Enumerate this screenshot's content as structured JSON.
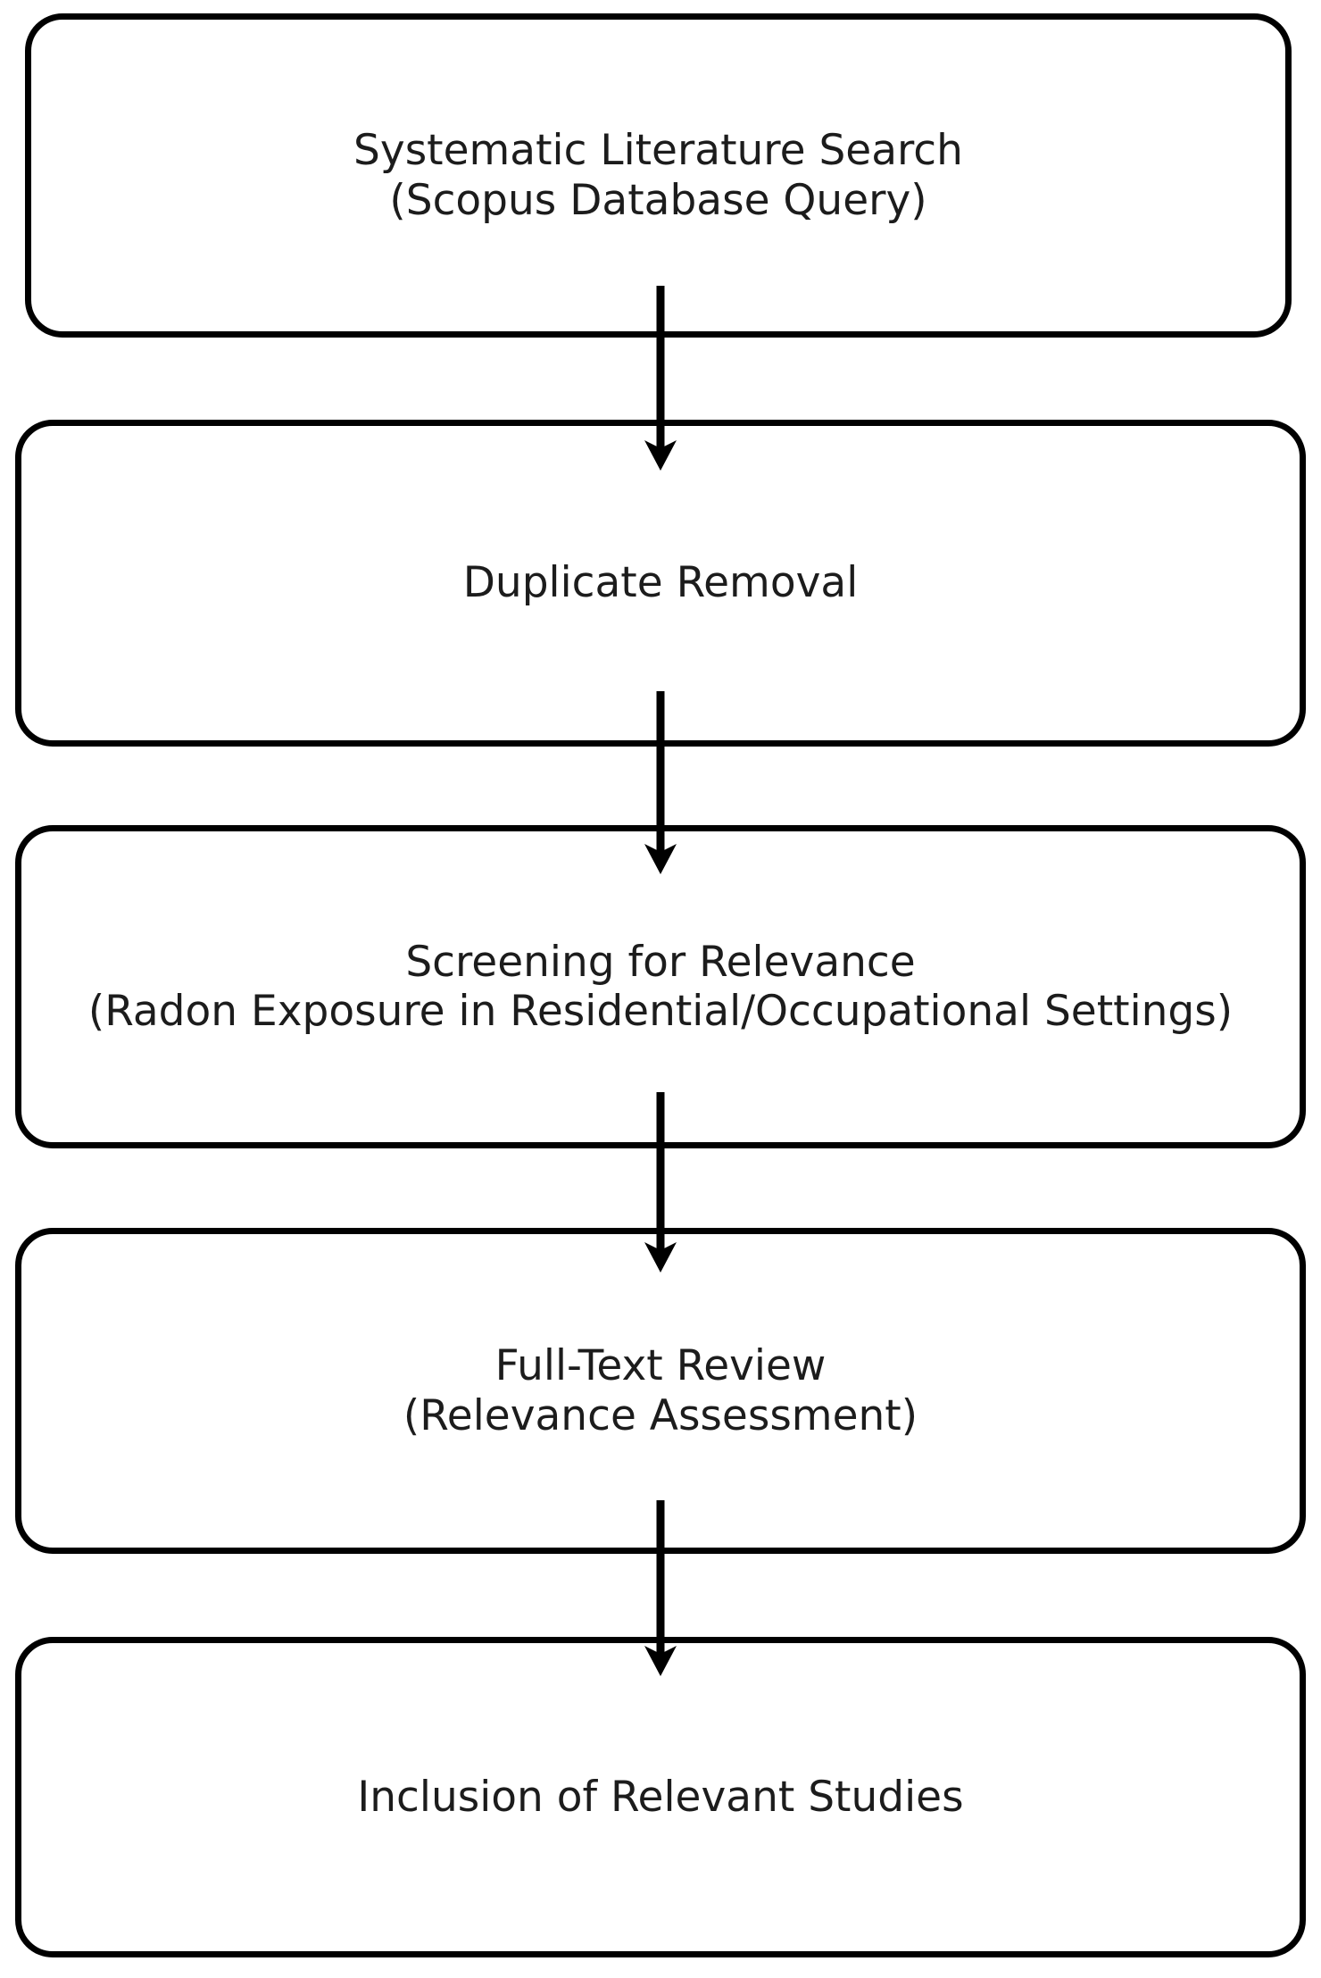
{
  "diagram": {
    "type": "flowchart",
    "direction": "top-down",
    "colors": {
      "border": "#000000",
      "text": "#1c1c1c",
      "background": "#ffffff",
      "arrow": "#000000"
    },
    "nodes": [
      {
        "id": "systematic-search",
        "text": "Systematic Literature Search\n(Scopus Database Query)"
      },
      {
        "id": "duplicate-removal",
        "text": "Duplicate Removal"
      },
      {
        "id": "screening",
        "text": "Screening for Relevance\n(Radon Exposure in Residential/Occupational Settings)"
      },
      {
        "id": "fulltext-review",
        "text": "Full-Text Review\n(Relevance Assessment)"
      },
      {
        "id": "inclusion",
        "text": "Inclusion of Relevant Studies"
      }
    ],
    "edges": [
      {
        "from": "systematic-search",
        "to": "duplicate-removal"
      },
      {
        "from": "duplicate-removal",
        "to": "screening"
      },
      {
        "from": "screening",
        "to": "fulltext-review"
      },
      {
        "from": "fulltext-review",
        "to": "inclusion"
      }
    ]
  }
}
